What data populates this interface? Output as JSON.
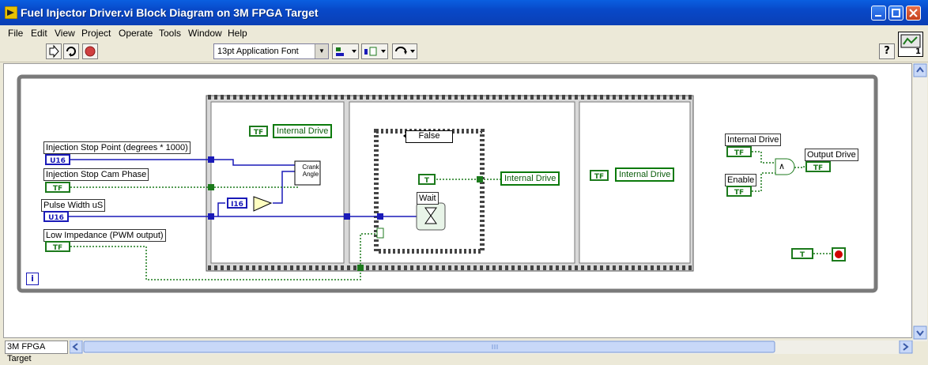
{
  "window": {
    "title": "Fuel Injector Driver.vi Block Diagram on 3M FPGA Target"
  },
  "menu": [
    "File",
    "Edit",
    "View",
    "Project",
    "Operate",
    "Tools",
    "Window",
    "Help"
  ],
  "toolbar": {
    "font_name": "13pt Application Font",
    "help_label": "?"
  },
  "vi_icon": {
    "index": "1"
  },
  "status": {
    "target": "3M FPGA Target"
  },
  "diagram": {
    "controls": {
      "stop_point": {
        "label": "Injection Stop Point (degrees * 1000)",
        "type": "U16"
      },
      "cam_phase": {
        "label": "Injection Stop Cam Phase",
        "type": "TF"
      },
      "pulse_width": {
        "label": "Pulse Width uS",
        "type": "U16"
      },
      "low_impedance": {
        "label": "Low Impedance (PWM output)",
        "type": "TF"
      }
    },
    "frame1": {
      "internal_drive": "Internal Drive",
      "crank_line1": "Crank",
      "crank_line2": "Angle",
      "i16": "I16"
    },
    "frame2": {
      "case_selector": "False",
      "wait_label": "Wait",
      "internal_drive": "Internal Drive"
    },
    "frame3": {
      "internal_drive": "Internal Drive"
    },
    "outside": {
      "internal_drive": "Internal Drive",
      "enable": "Enable",
      "output_drive": "Output Drive",
      "and_symbol": "∧"
    },
    "info": "i",
    "tf_text": "TF",
    "t_text": "T"
  },
  "colors": {
    "wire_blue": "#1a1ab8",
    "wire_green": "#1c7a1c",
    "title_blue": "#0a4fd0"
  }
}
